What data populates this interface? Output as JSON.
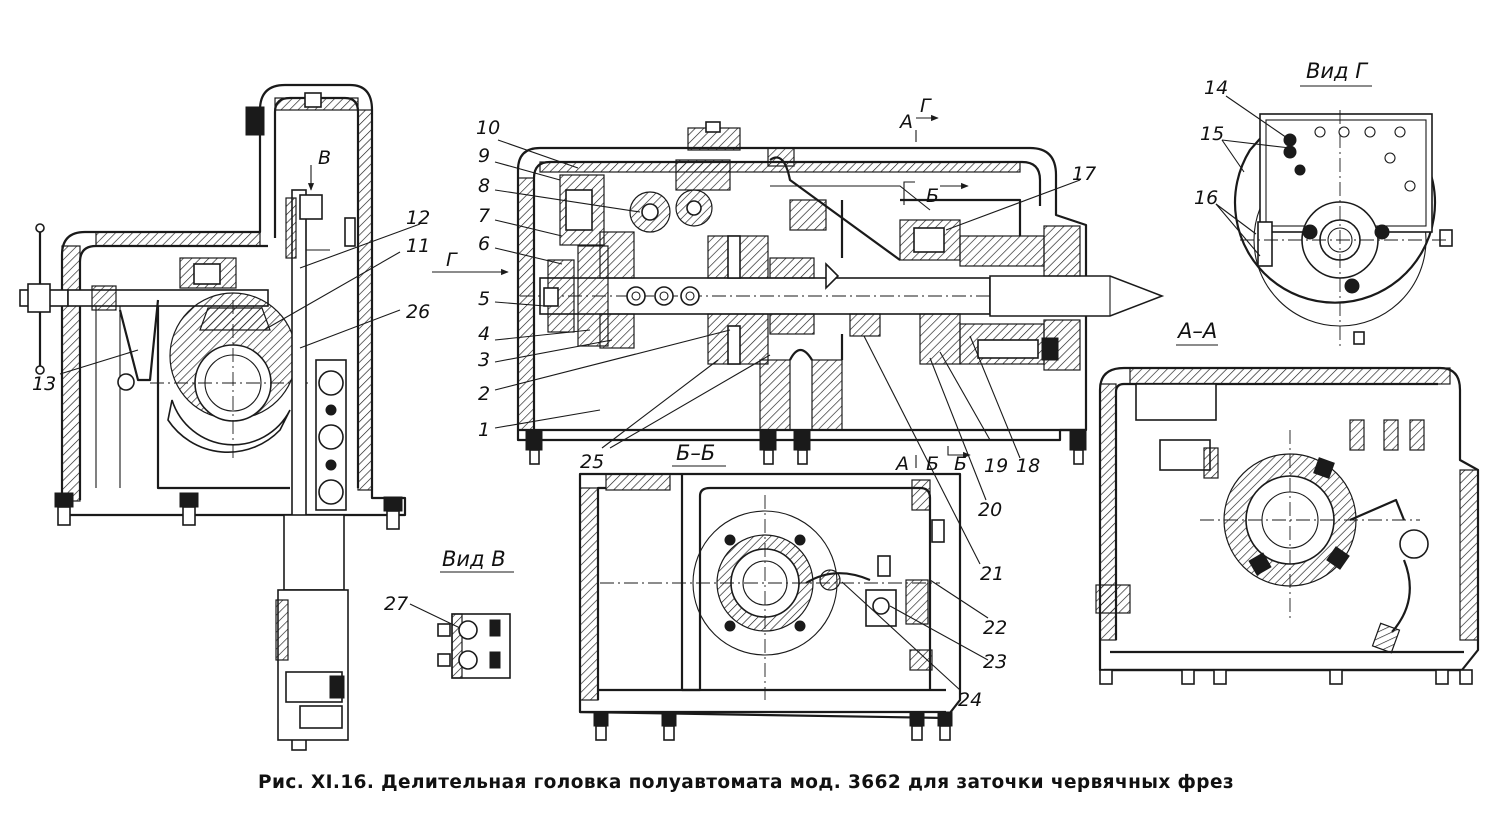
{
  "caption": "Рис. XI.16. Делительная головка полуавтомата мод. 3662 для заточки червячных фрез",
  "view_titles": {
    "vid_g": "Вид Г",
    "vid_v": "Вид В",
    "section_aa": "А–А",
    "section_bb": "Б–Б"
  },
  "direction_letters": {
    "b_arrow": "В",
    "g_arrow": "Г",
    "a_top": "А",
    "g_top": "Г",
    "b_top": "Б",
    "a_bottom": "А",
    "b_bottom_1": "Б",
    "b_bottom_2": "Б"
  },
  "callouts": {
    "n1": "1",
    "n2": "2",
    "n3": "3",
    "n4": "4",
    "n5": "5",
    "n6": "6",
    "n7": "7",
    "n8": "8",
    "n9": "9",
    "n10": "10",
    "n11": "11",
    "n12": "12",
    "n13": "13",
    "n14": "14",
    "n15": "15",
    "n16": "16",
    "n17": "17",
    "n18": "18",
    "n19": "19",
    "n20": "20",
    "n21": "21",
    "n22": "22",
    "n23": "23",
    "n24": "24",
    "n25": "25",
    "n26": "26",
    "n27": "27"
  }
}
